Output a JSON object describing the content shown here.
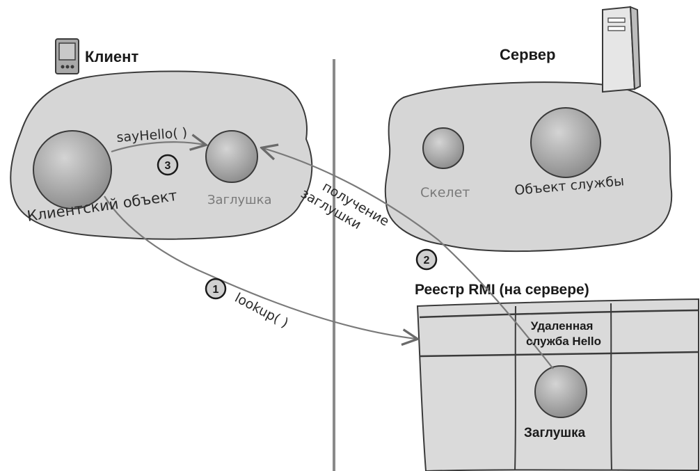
{
  "client": {
    "title": "Клиент",
    "object_label": "Клиентский объект",
    "stub_label": "Заглушка"
  },
  "server": {
    "title": "Сервер",
    "skeleton_label": "Скелет",
    "service_label": "Объект службы"
  },
  "registry": {
    "title": "Реестр RMI (на сервере)",
    "entry_label": "Удаленная служба Hello",
    "stub_label": "Заглушка"
  },
  "calls": {
    "lookup": "lookup( )",
    "say_hello": "sayHello( )",
    "get_stub": "получение заглушки"
  },
  "steps": [
    "1",
    "2",
    "3"
  ],
  "colors": {
    "blob": "#d9d9d9",
    "blob_outline": "#3a3a3a",
    "sphere": "#a6a6a6",
    "arrow": "#7a7a7a",
    "divider": "#808080",
    "step_marker": "#d0d0d0"
  },
  "icons": [
    "pda-icon",
    "server-tower-icon"
  ]
}
